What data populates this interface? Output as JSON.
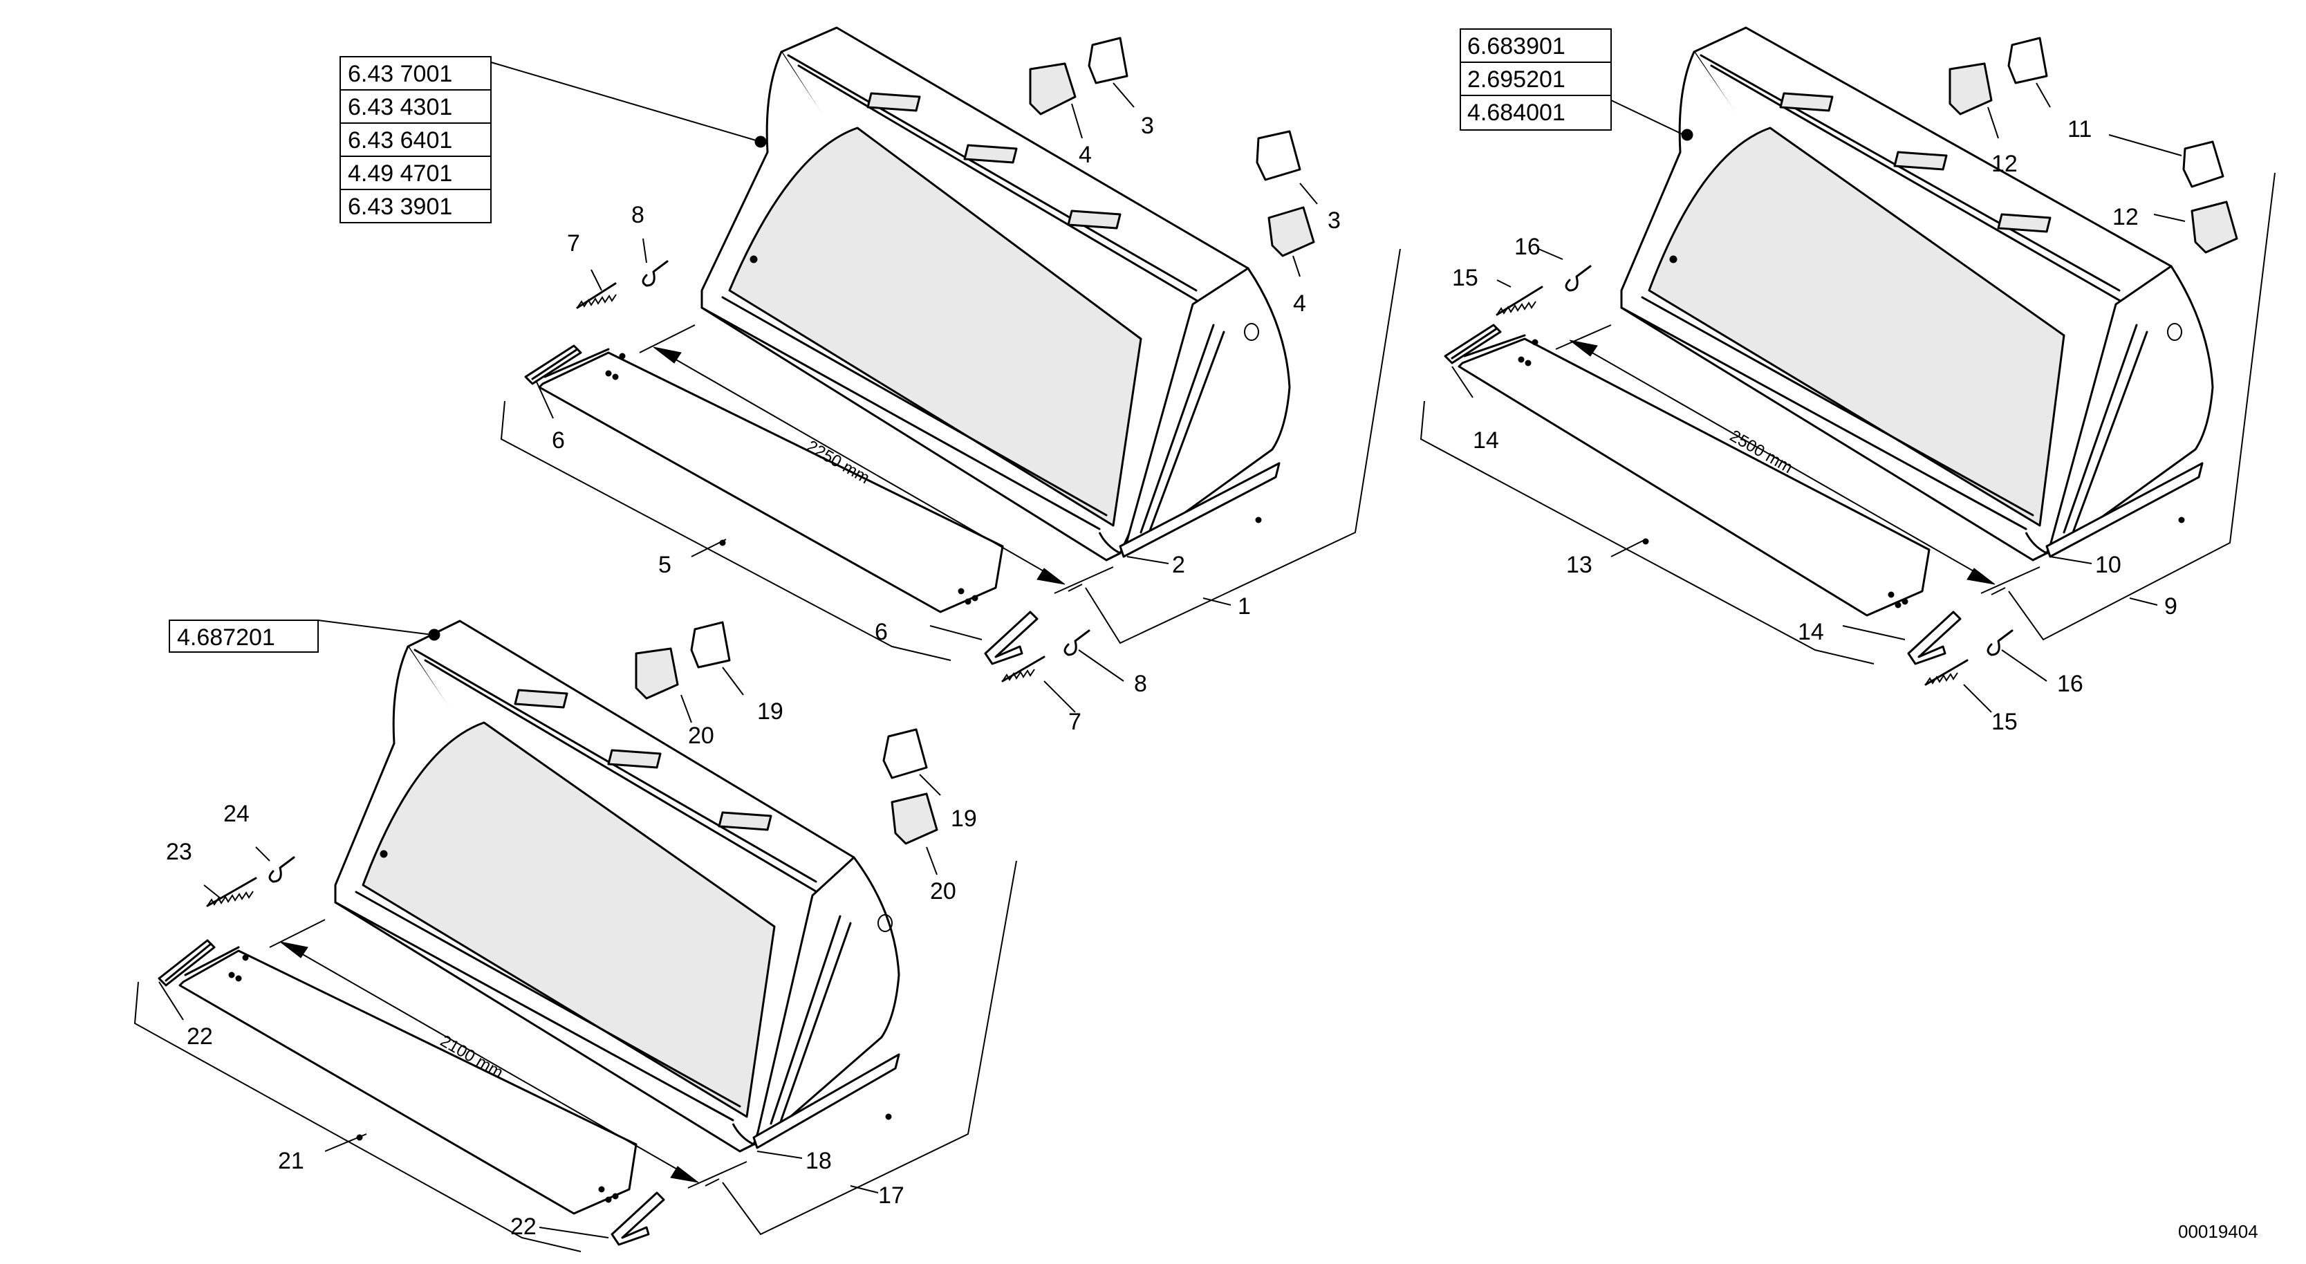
{
  "document_code": "00019404",
  "assemblies": [
    {
      "id": "bucket-2250",
      "ref_numbers": [
        "6.43 7001",
        "6.43 4301",
        "6.43 6401",
        "4.49 4701",
        "6.43 3901"
      ],
      "dimension": "2250 mm",
      "callouts": {
        "assembly": "1",
        "bucket": "2",
        "tooth_a1": "3",
        "tooth_a2": "3",
        "tooth_b1": "4",
        "tooth_b2": "4",
        "blade": "5",
        "clip_left": "6",
        "clip_right": "6",
        "spring_left": "7",
        "spring_right": "7",
        "pin_left": "8",
        "pin_right": "8"
      }
    },
    {
      "id": "bucket-2500",
      "ref_numbers": [
        "6.683901",
        "2.695201",
        "4.684001"
      ],
      "dimension": "2500 mm",
      "callouts": {
        "assembly": "9",
        "bucket": "10",
        "tooth_a1": "11",
        "tooth_a2": "11",
        "tooth_b1": "12",
        "tooth_b2": "12",
        "blade": "13",
        "clip_left": "14",
        "clip_right": "14",
        "spring_left": "15",
        "spring_right": "15",
        "pin_left": "16",
        "pin_right": "16"
      }
    },
    {
      "id": "bucket-2100",
      "ref_numbers": [
        "4.687201"
      ],
      "dimension": "2100 mm",
      "callouts": {
        "assembly": "17",
        "bucket": "18",
        "tooth_a1": "19",
        "tooth_a2": "19",
        "tooth_b1": "20",
        "tooth_b2": "20",
        "blade": "21",
        "clip_left": "22",
        "clip_right": "22",
        "spring_left": "23",
        "pin_left": "24"
      }
    }
  ]
}
